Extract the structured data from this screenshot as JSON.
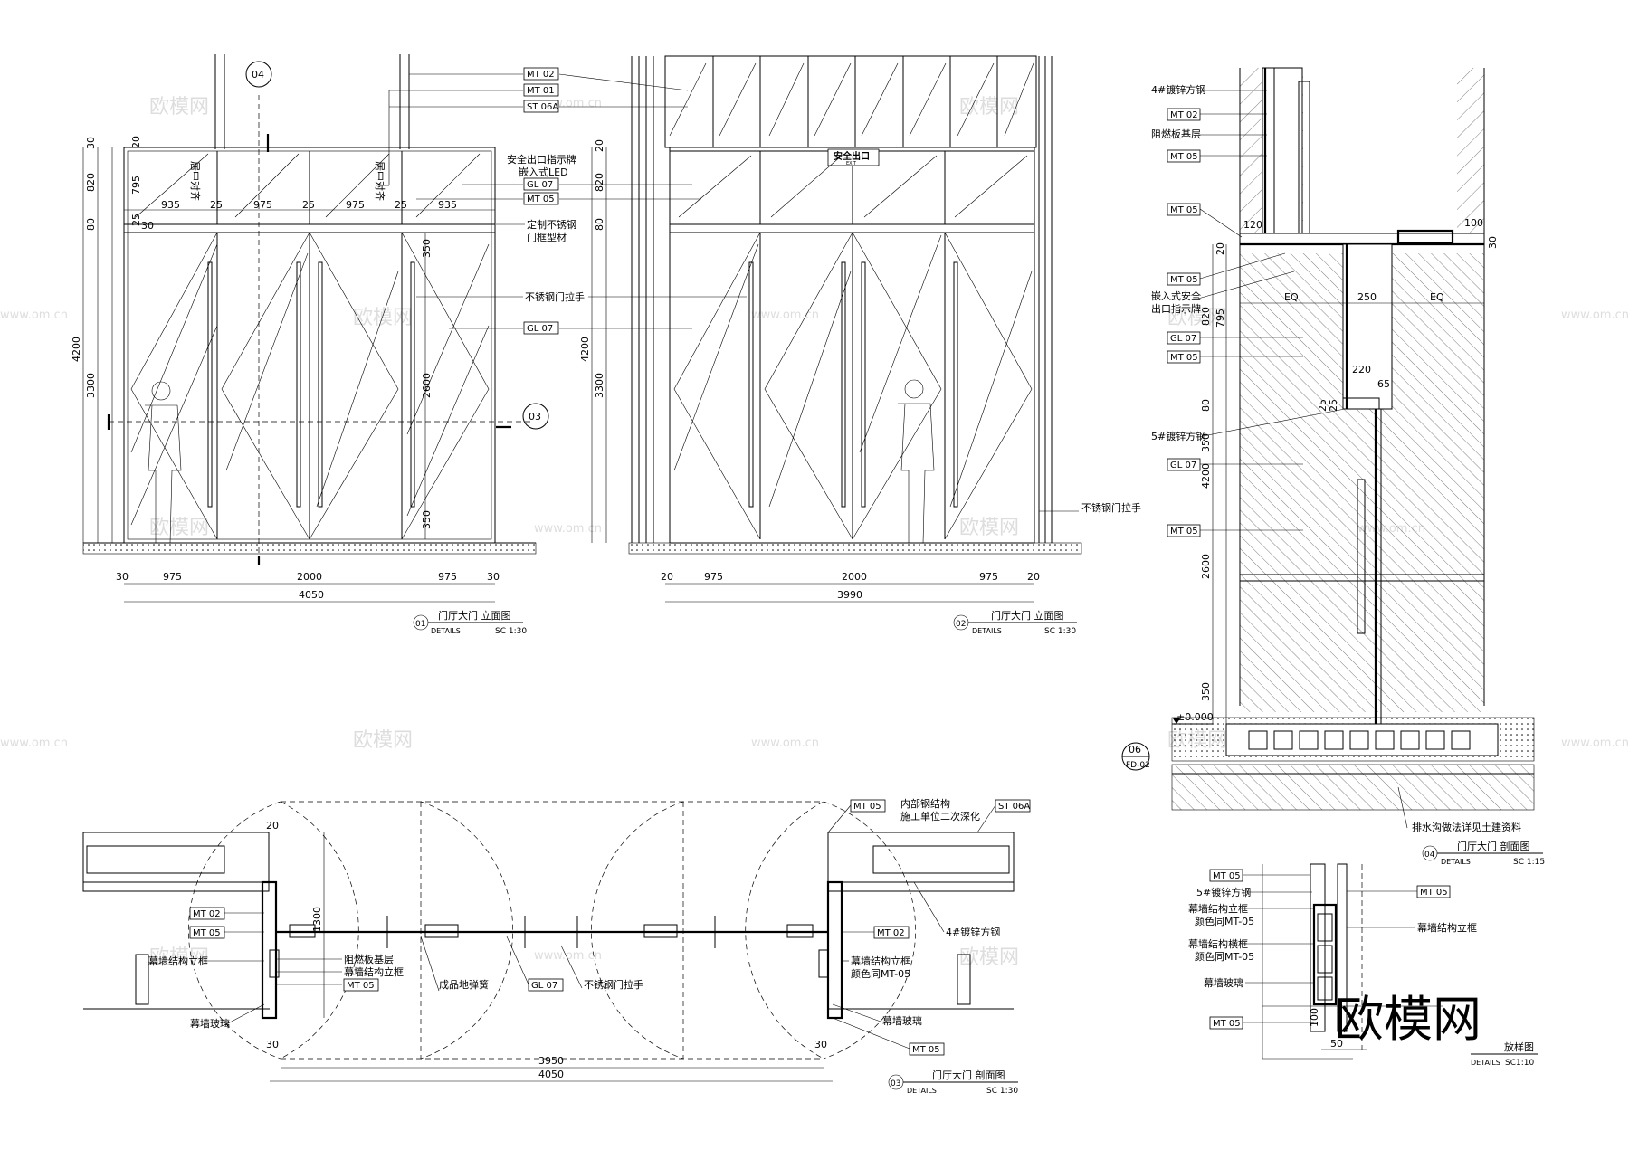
{
  "elevation_01": {
    "grid_top": "04",
    "grid_right": "03",
    "heights": [
      "4200",
      "820",
      "80",
      "3300",
      "795",
      "25",
      "30",
      "30",
      "20"
    ],
    "transom_widths": [
      "935",
      "25",
      "975",
      "25",
      "975",
      "25",
      "935"
    ],
    "door_dims": [
      "350",
      "2600",
      "350"
    ],
    "bottom_dims": [
      "30",
      "975",
      "2000",
      "975",
      "30"
    ],
    "total": "4050",
    "vertical_note": "居中对齐",
    "title": "门厅大门  立面图",
    "number": "01",
    "details": "DETAILS",
    "scale": "SC 1:30"
  },
  "elevation_02": {
    "exit_sign": "安全出口",
    "exit_sign_en": "EXIT",
    "heights": [
      "4200",
      "820",
      "80",
      "3300",
      "20"
    ],
    "bottom_dims": [
      "20",
      "975",
      "2000",
      "975",
      "20"
    ],
    "total": "3990",
    "note_handle": "不锈钢门拉手",
    "title": "门厅大门  立面图",
    "number": "02",
    "details": "DETAILS",
    "scale": "SC 1:30"
  },
  "center_tags": [
    "MT 02",
    "MT 01",
    "ST 06A",
    "GL 07",
    "MT 05",
    "GL 07"
  ],
  "center_notes": [
    "安全出口指示牌",
    "嵌入式LED",
    "定制不锈钢",
    "门框型材",
    "不锈钢门拉手"
  ],
  "section_04": {
    "tags": [
      "MT 02",
      "MT 05",
      "MT 05",
      "MT 05",
      "GL 07",
      "MT 05",
      "GL 07",
      "MT 05"
    ],
    "notes": [
      "4#镀锌方钢",
      "阻燃板基层",
      "嵌入式安全",
      "出口指示牌",
      "5#镀锌方钢",
      "排水沟做法详见土建资料"
    ],
    "dims": [
      "120",
      "100",
      "30",
      "20",
      "EQ",
      "250",
      "EQ",
      "820",
      "795",
      "220",
      "65",
      "80",
      "25",
      "25",
      "350",
      "4200",
      "2600",
      "350"
    ],
    "level": "±0.000",
    "callout_num": "06",
    "callout_ref": "FD-02",
    "title": "门厅大门  剖面图",
    "number": "04",
    "details": "DETAILS",
    "scale": "SC 1:15"
  },
  "plan_03": {
    "tags_left": [
      "MT 02",
      "MT 05",
      "MT 05"
    ],
    "tags_center": [
      "GL 07"
    ],
    "tags_right": [
      "MT 05",
      "ST 06A",
      "MT 02",
      "MT 05"
    ],
    "notes": [
      "阻燃板基层",
      "幕墙结构立框",
      "成品地弹簧",
      "不锈钢门拉手",
      "幕墙结构立框",
      "幕墙玻璃",
      "内部钢结构",
      "施工单位二次深化",
      "4#镀锌方钢",
      "幕墙结构立框",
      "颜色同MT-05",
      "幕墙玻璃"
    ],
    "dims": [
      "20",
      "1300",
      "30",
      "30",
      "3950",
      "4050"
    ],
    "title": "门厅大门  剖面图",
    "number": "03",
    "details": "DETAILS",
    "scale": "SC 1:30"
  },
  "detail_05": {
    "tags": [
      "MT 05",
      "MT 05",
      "MT 05"
    ],
    "notes": [
      "5#镀锌方钢",
      "幕墙结构立框",
      "颜色同MT-05",
      "幕墙结构横框",
      "颜色同MT-05",
      "幕墙玻璃",
      "幕墙结构立框"
    ],
    "dims": [
      "100",
      "50"
    ],
    "title": "放样图",
    "details": "DETAILS",
    "scale": "SC1:10"
  },
  "watermark": {
    "cn": "欧模网",
    "url": "www.om.cn",
    "big": "欧模网"
  }
}
